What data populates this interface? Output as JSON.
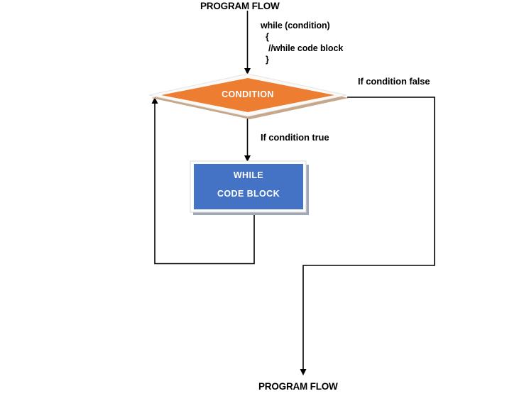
{
  "diagram": {
    "top_label": "PROGRAM FLOW",
    "bottom_label": "PROGRAM FLOW",
    "code_snippet": {
      "line1": "while (condition)",
      "line2": "{",
      "line3": "//while code block",
      "line4": "}"
    },
    "condition": {
      "label": "CONDITION"
    },
    "branches": {
      "false_label": "If condition false",
      "true_label": "If condition true"
    },
    "while_box": {
      "line1": "WHILE",
      "line2": "CODE BLOCK"
    },
    "colors": {
      "condition_fill": "#ED7D31",
      "condition_shadow": "#C6A789",
      "condition_border": "#FBFAF8",
      "while_fill": "#4472C4",
      "while_shadow": "#9FA8B6",
      "while_border": "#FDFDFD",
      "connector": "#000000"
    }
  }
}
